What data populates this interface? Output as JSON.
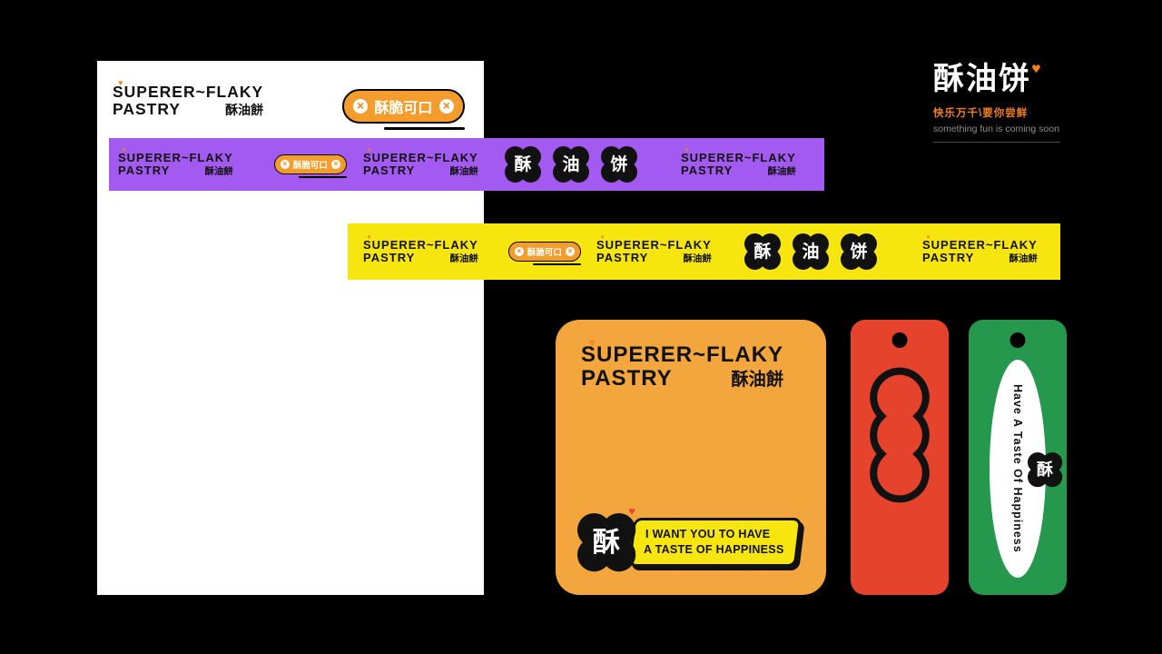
{
  "brand": {
    "logo_line1": "SUPERER~FLAKY",
    "logo_line2": "PASTRY",
    "logo_cn": "酥油餅",
    "badge_text": "酥脆可口",
    "blob_char_1": "酥",
    "blob_char_2": "油",
    "blob_char_3": "饼"
  },
  "header": {
    "logo": "酥油饼",
    "tagline_cn": "快乐万千\\要你尝鲜",
    "tagline_en": "something fun is coming soon"
  },
  "orange_card": {
    "slogan_line1": "I WANT YOU TO HAVE",
    "slogan_line2": "A TASTE OF HAPPINESS",
    "blob_char": "酥"
  },
  "green_tag": {
    "oval_text": "Have A Taste Of Happiness",
    "blob_char": "酥"
  },
  "colors": {
    "background": "#000000",
    "purple": "#a35af0",
    "yellow": "#f6e50f",
    "orange_card": "#f3a63e",
    "red_tag": "#e5432c",
    "green_tag": "#25984e",
    "badge_orange": "#f49d2c",
    "accent_orange": "#f08519",
    "black_ink": "#111111"
  }
}
